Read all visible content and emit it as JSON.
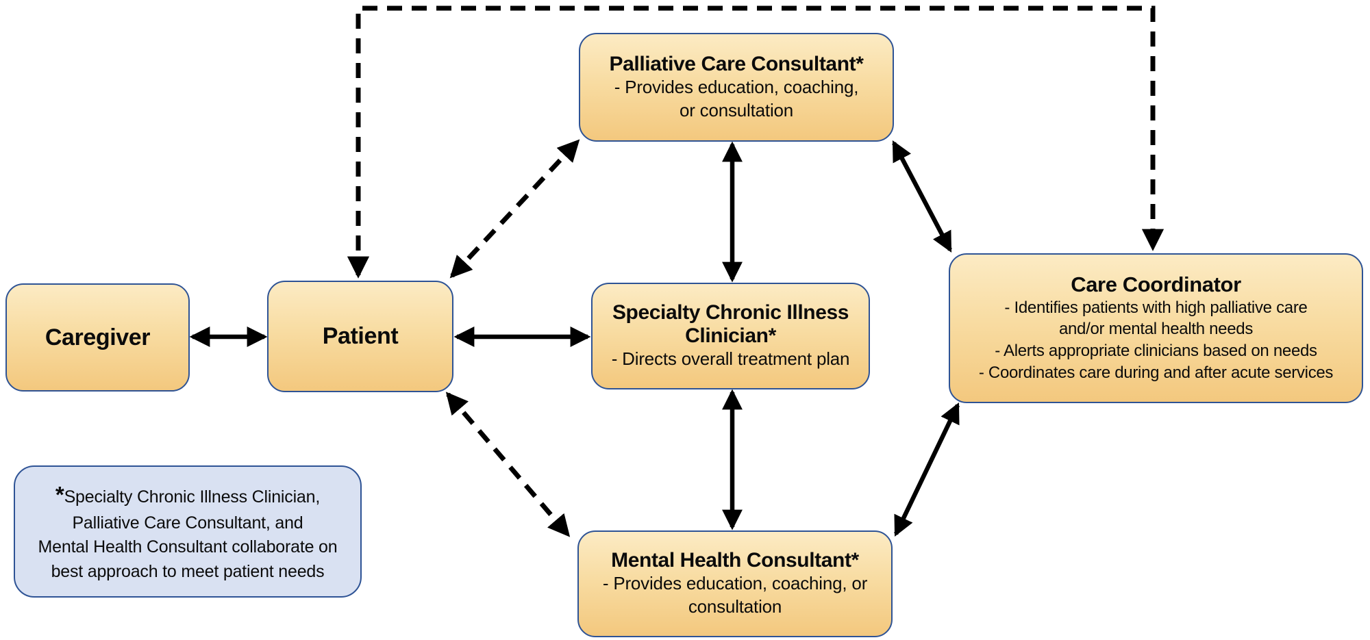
{
  "diagram": {
    "colors": {
      "box_fill_top": "#FCEBC4",
      "box_fill_bottom": "#F3C87E",
      "box_border": "#2E5395",
      "note_fill": "#D9E1F2",
      "arrow": "#000000",
      "background": "#FFFFFF"
    },
    "nodes": {
      "caregiver": {
        "title": "Caregiver"
      },
      "patient": {
        "title": "Patient"
      },
      "palliative": {
        "title": "Palliative Care Consultant*",
        "body": [
          "- Provides education, coaching,",
          "or consultation"
        ]
      },
      "specialty": {
        "title_lines": [
          "Specialty Chronic Illness",
          "Clinician*"
        ],
        "body": [
          "- Directs overall treatment plan"
        ]
      },
      "mental": {
        "title": "Mental Health Consultant*",
        "body": [
          "- Provides education, coaching, or",
          "consultation"
        ]
      },
      "coordinator": {
        "title": "Care Coordinator",
        "body": [
          "- Identifies patients with high palliative care",
          "and/or mental health needs",
          "- Alerts appropriate clinicians based on needs",
          "- Coordinates care during and after acute services"
        ]
      }
    },
    "note": {
      "star": "*",
      "line1": "Specialty Chronic Illness Clinician,",
      "rest": [
        "Palliative Care Consultant, and",
        "Mental Health Consultant collaborate on",
        "best approach to meet patient needs"
      ]
    }
  }
}
